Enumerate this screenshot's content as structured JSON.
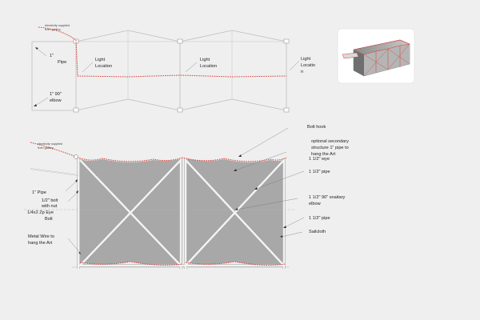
{
  "background": "#efefef",
  "colors": {
    "wire": "#d9423a",
    "sailcloth": "#a8a8a8",
    "frame": "#bdbdbd"
  },
  "plan": {
    "electricity_note": [
      "electricity supplied",
      "from gallery"
    ],
    "pipe_label": [
      "1\"",
      "Pipe"
    ],
    "elbow_label": [
      "1\"  90\"",
      "elbow"
    ],
    "light_locations": [
      {
        "lines": [
          "Light",
          "Location"
        ]
      },
      {
        "lines": [
          "Light",
          "Location"
        ]
      },
      {
        "lines": [
          "Light",
          "Locatio",
          "n"
        ]
      }
    ]
  },
  "elevation": {
    "electricity_note": [
      "electricity supplied",
      "from gallery"
    ],
    "left_labels": [
      {
        "lines": [
          "1\"  Pipe"
        ]
      },
      {
        "lines": [
          "1/2\" bolt",
          "with nut"
        ]
      },
      {
        "lines": [
          "1/4x2 Zp Eye",
          "Bolt"
        ]
      },
      {
        "lines": [
          "Metal Wire to",
          "hang the Art"
        ]
      }
    ],
    "right_labels": [
      {
        "lines": [
          "Bolt hook"
        ]
      },
      {
        "lines": [
          "optional secondary",
          "structure 1\" pipe to",
          "hang the Art"
        ]
      },
      {
        "lines": [
          "1 1/2\" wye"
        ]
      },
      {
        "lines": [
          "1 1/2\" pipe"
        ]
      },
      {
        "lines": [
          "1 1/2\"  90\" snaitary",
          "elbow"
        ]
      },
      {
        "lines": [
          "1 1/2\"  pipe"
        ]
      },
      {
        "lines": [
          "Sailcloth"
        ]
      }
    ]
  }
}
